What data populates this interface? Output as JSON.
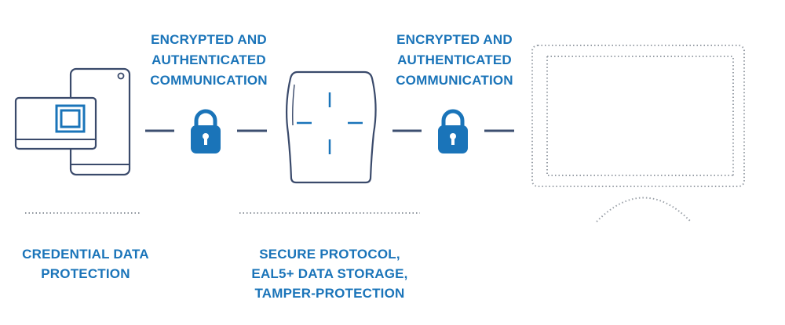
{
  "link_left": {
    "line1": "ENCRYPTED AND",
    "line2": "AUTHENTICATED",
    "line3": "COMMUNICATION",
    "icon": "lock-icon"
  },
  "link_right": {
    "line1": "ENCRYPTED AND",
    "line2": "AUTHENTICATED",
    "line3": "COMMUNICATION",
    "icon": "lock-icon"
  },
  "credential": {
    "line1": "CREDENTIAL DATA",
    "line2": "PROTECTION",
    "icons": [
      "card-icon",
      "smartphone-icon"
    ]
  },
  "reader": {
    "line1": "SECURE PROTOCOL,",
    "line2": "EAL5+ DATA STORAGE,",
    "line3": "TAMPER-PROTECTION",
    "icon": "reader-icon"
  },
  "controller": {
    "icon": "monitor-icon"
  },
  "colors": {
    "accent": "#1a74b9",
    "stroke": "#3a4a6b",
    "connector": "#3d4f70",
    "dotted": "#9aa0a8"
  }
}
